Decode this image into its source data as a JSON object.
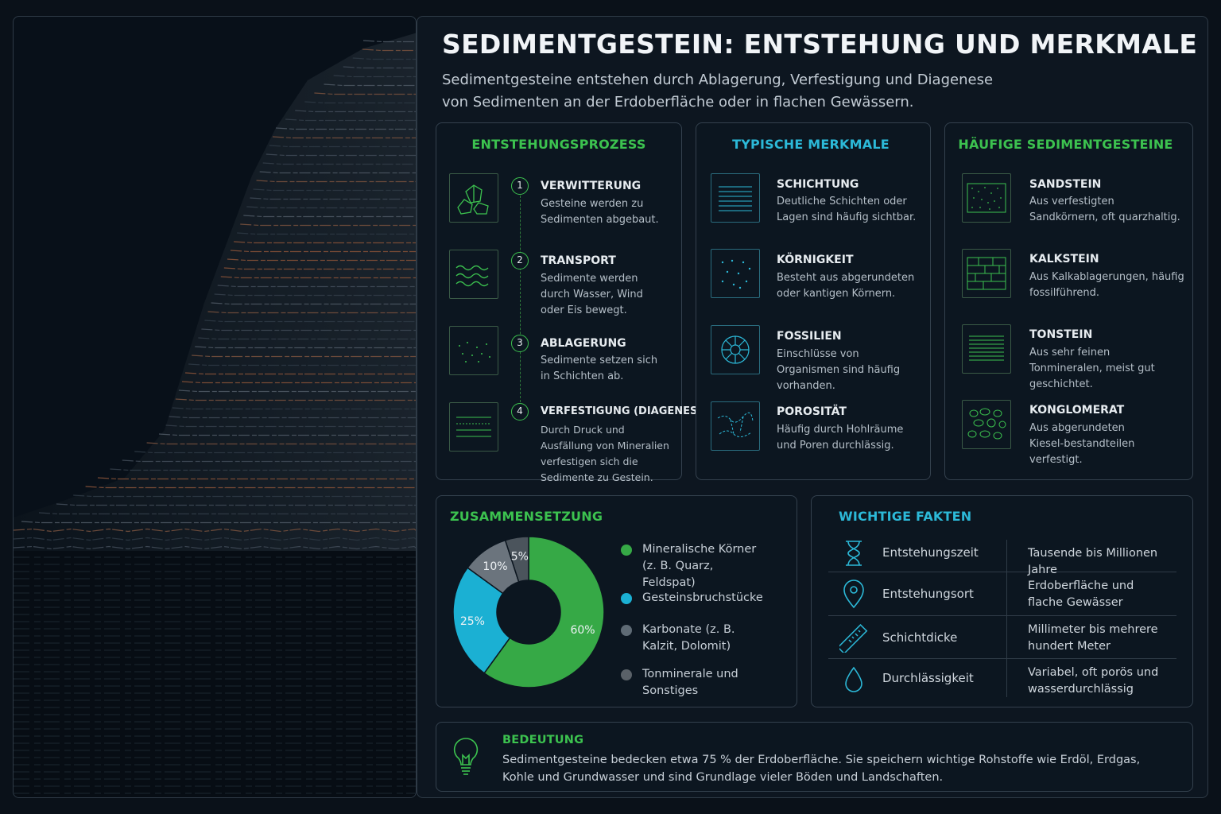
{
  "header": {
    "title": "SEDIMENTGESTEIN: ENTSTEHUNG UND MERKMALE",
    "subtitle": "Sedimentgesteine entstehen durch Ablagerung, Verfestigung und Diagenese von Sedimenten an der Erdoberfläche oder in flachen Gewässern."
  },
  "process": {
    "title": "ENTSTEHUNGSPROZESS",
    "steps": [
      {
        "num": "1",
        "title": "VERWITTERUNG",
        "text": "Gesteine werden zu Sedimenten abgebaut.",
        "icon": "rocks-icon"
      },
      {
        "num": "2",
        "title": "TRANSPORT",
        "text": "Sedimente werden durch Wasser, Wind oder Eis bewegt.",
        "icon": "waves-icon"
      },
      {
        "num": "3",
        "title": "ABLAGERUNG",
        "text": "Sedimente setzen sich in Schichten ab.",
        "icon": "particles-icon"
      },
      {
        "num": "4",
        "title": "VERFESTIGUNG (DIAGENESE)",
        "text": "Durch Druck und Ausfällung von Mineralien verfestigen sich die Sedimente zu Gestein.",
        "icon": "layers-icon"
      }
    ]
  },
  "features": {
    "title": "TYPISCHE MERKMALE",
    "items": [
      {
        "title": "SCHICHTUNG",
        "text": "Deutliche Schichten oder Lagen sind häufig sichtbar.",
        "icon": "strata-icon"
      },
      {
        "title": "KÖRNIGKEIT",
        "text": "Besteht aus abgerundeten oder kantigen Körnern.",
        "icon": "grains-icon"
      },
      {
        "title": "FOSSILIEN",
        "text": "Einschlüsse von Organismen sind häufig vorhanden.",
        "icon": "fossil-icon"
      },
      {
        "title": "POROSITÄT",
        "text": "Häufig durch Hohlräume und Poren durchlässig.",
        "icon": "pores-icon"
      }
    ]
  },
  "rocks": {
    "title": "HÄUFIGE SEDIMENTGESTEINE",
    "items": [
      {
        "title": "SANDSTEIN",
        "text": "Aus verfestigten Sandkörnern, oft quarzhaltig.",
        "icon": "sandstone-icon"
      },
      {
        "title": "KALKSTEIN",
        "text": "Aus Kalkablagerungen, häufig fossilführend.",
        "icon": "limestone-icon"
      },
      {
        "title": "TONSTEIN",
        "text": "Aus sehr feinen Tonmineralen, meist gut geschichtet.",
        "icon": "claystone-icon"
      },
      {
        "title": "KONGLOMERAT",
        "text": "Aus abgerundeten Kiesel-bestandteilen verfestigt.",
        "icon": "conglomerate-icon"
      }
    ]
  },
  "composition": {
    "title": "ZUSAMMENSETZUNG",
    "legend": [
      {
        "label": "Mineralische Körner (z. B. Quarz, Feldspat)",
        "color": "#36a946"
      },
      {
        "label": "Gesteinsbruchstücke",
        "color": "#1bb0d3"
      },
      {
        "label": "Karbonate (z. B. Kalzit, Dolomit)",
        "color": "#5f6b75"
      },
      {
        "label": "Tonminerale und Sonstiges",
        "color": "#5a6168"
      }
    ]
  },
  "chart_data": {
    "type": "pie",
    "title": "",
    "categories": [
      "Mineralische Körner",
      "Gesteinsbruchstücke",
      "Karbonate",
      "Tonminerale und Sonstiges"
    ],
    "values": [
      60,
      25,
      10,
      5
    ],
    "labels": [
      "60%",
      "25%",
      "10%",
      "5%"
    ],
    "colors": [
      "#36a946",
      "#1bb0d3",
      "#6b747d",
      "#4b545c"
    ]
  },
  "facts": {
    "title": "WICHTIGE FAKTEN",
    "rows": [
      {
        "label": "Entstehungszeit",
        "value": "Tausende bis Millionen Jahre",
        "icon": "hourglass-icon"
      },
      {
        "label": "Entstehungsort",
        "value": "Erdoberfläche und flache Gewässer",
        "icon": "location-pin-icon"
      },
      {
        "label": "Schichtdicke",
        "value": "Millimeter bis mehrere hundert Meter",
        "icon": "ruler-icon"
      },
      {
        "label": "Durchlässigkeit",
        "value": "Variabel, oft porös und wasserdurchlässig",
        "icon": "water-drop-icon"
      }
    ]
  },
  "significance": {
    "title": "BEDEUTUNG",
    "text": "Sedimentgesteine bedecken etwa 75 % der Erdoberfläche. Sie speichern wichtige Rohstoffe wie Erdöl, Erdgas, Kohle und Grundwasser und sind Grundlage vieler Böden und Landschaften."
  }
}
